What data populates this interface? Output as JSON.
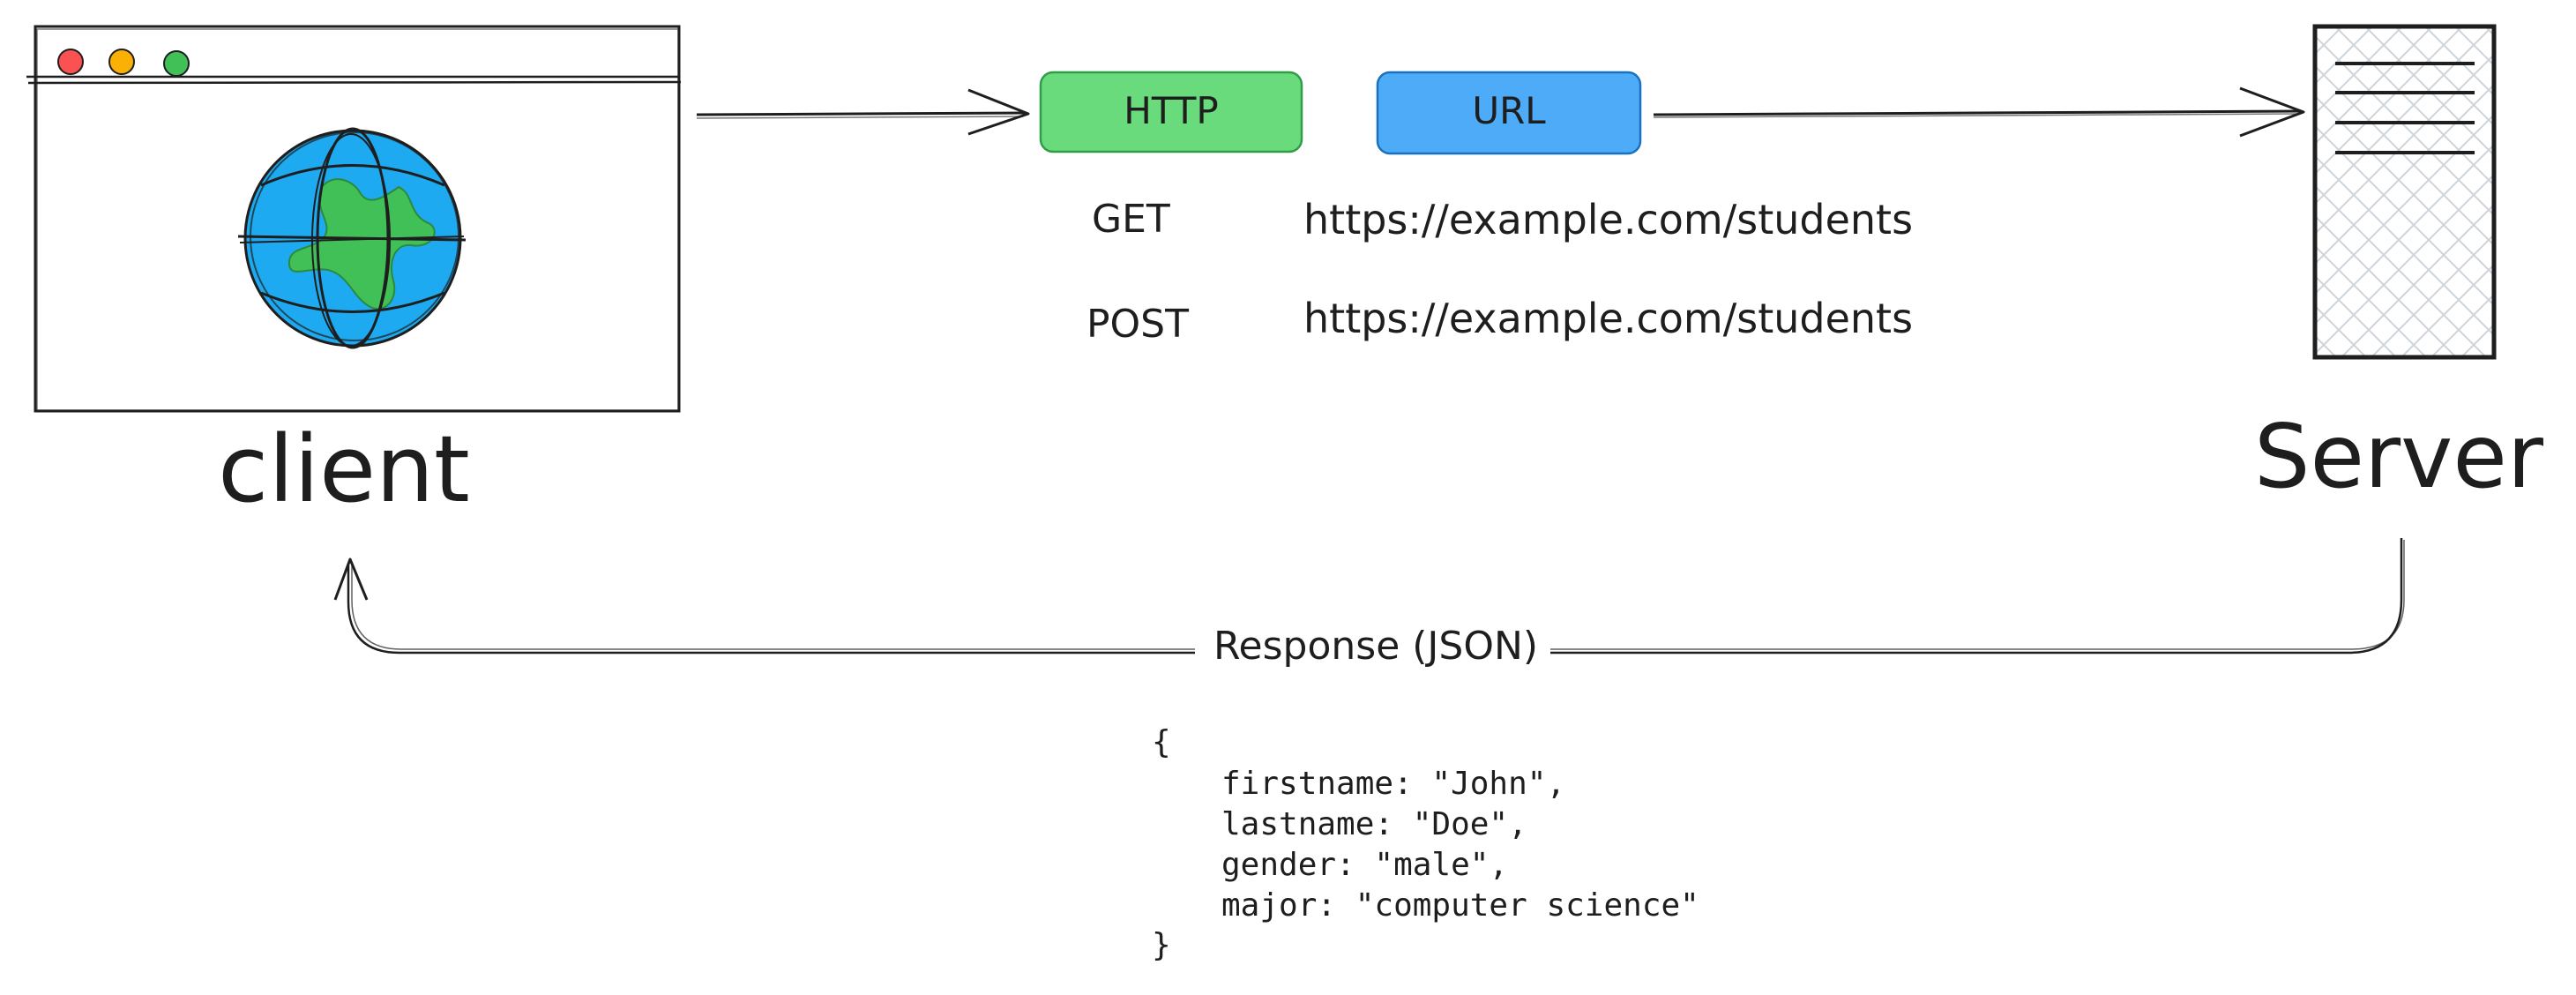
{
  "client": {
    "label": "client"
  },
  "server": {
    "label": "Server"
  },
  "request": {
    "protocol_label": "HTTP",
    "url_label": "URL",
    "examples": [
      {
        "method": "GET",
        "url": "https://example.com/students"
      },
      {
        "method": "POST",
        "url": "https://example.com/students"
      }
    ]
  },
  "response": {
    "label": "Response (JSON)",
    "json_lines": [
      "{",
      "firstname: \"John\",",
      "lastname: \"Doe\",",
      "gender: \"male\",",
      "major: \"computer science\"",
      "}"
    ]
  },
  "colors": {
    "ink": "#1e1e1e",
    "http_box_fill": "#69db7c",
    "http_box_stroke": "#2f9e44",
    "url_box_fill": "#4dabf7",
    "url_box_stroke": "#1971c2",
    "globe_ocean": "#1eaaf1",
    "globe_land": "#40c057",
    "dot_red": "#fa5252",
    "dot_yellow": "#fab005",
    "dot_green": "#40c057",
    "server_hatch": "#ced4da"
  }
}
